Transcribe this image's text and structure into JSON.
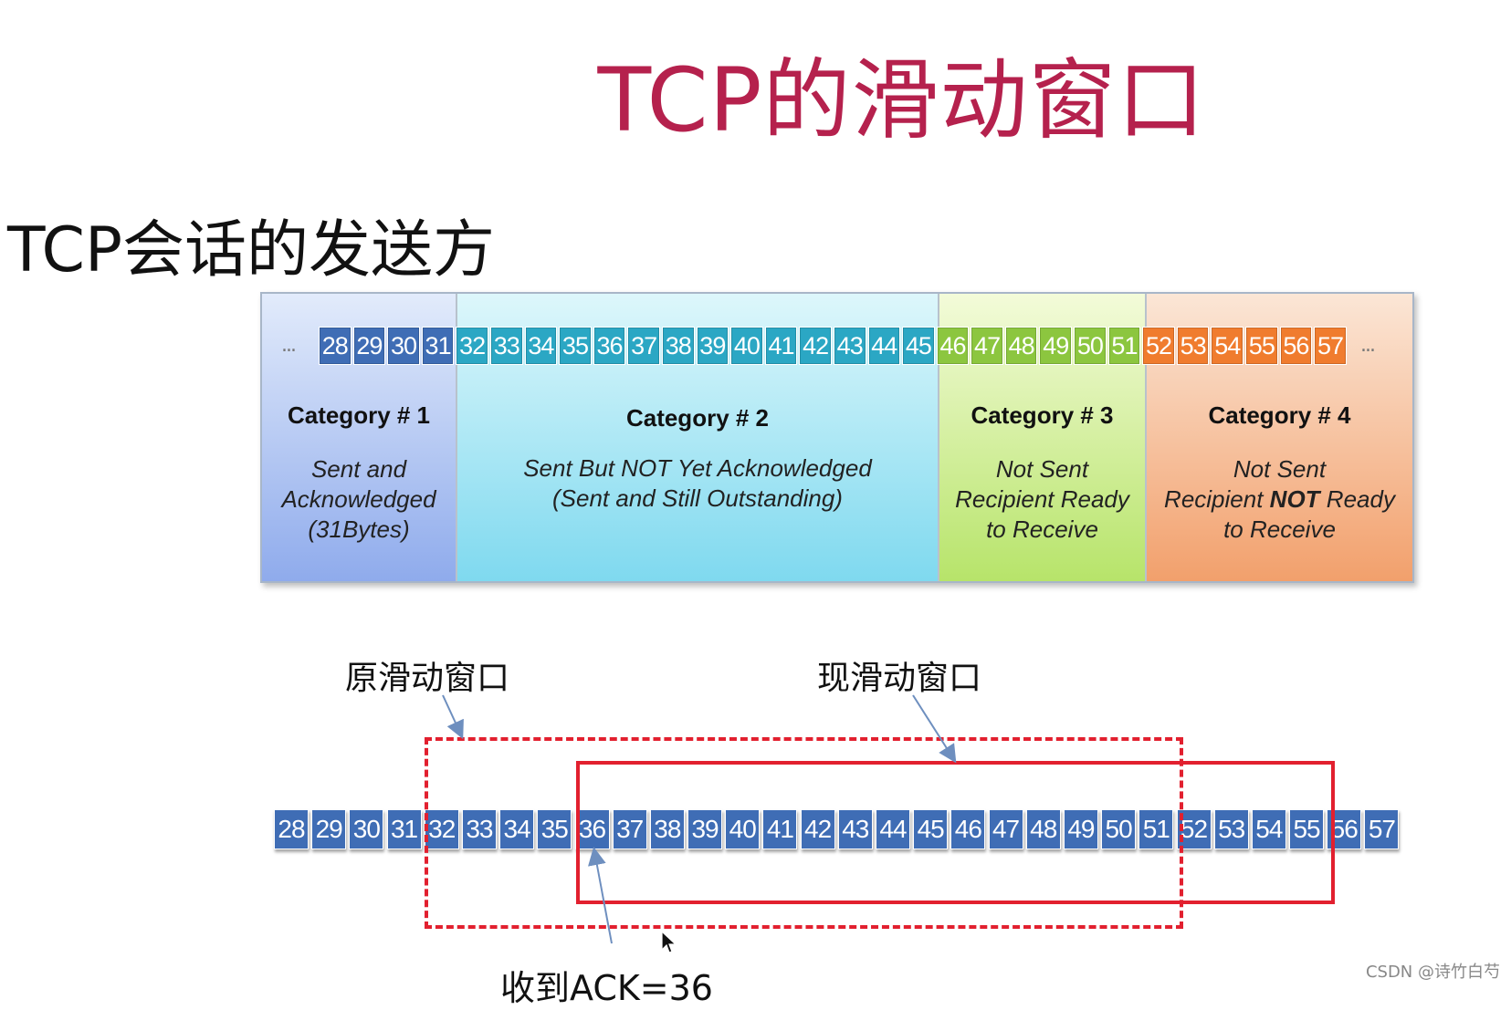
{
  "title": "TCP的滑动窗口",
  "subtitle": "TCP会话的发送方",
  "colors": {
    "title": "#b5214d",
    "cat1_cell": "#3f6db5",
    "cat2_cell": "#2ba7c4",
    "cat3_cell": "#8cc63f",
    "cat4_cell": "#f07c2e",
    "bottom_cell": "#3f6db5",
    "window_red": "#e2202f",
    "arrow": "#6e8fbf"
  },
  "top_sequence": {
    "ellipsis_left": "...",
    "ellipsis_right": "...",
    "numbers": [
      28,
      29,
      30,
      31,
      32,
      33,
      34,
      35,
      36,
      37,
      38,
      39,
      40,
      41,
      42,
      43,
      44,
      45,
      46,
      47,
      48,
      49,
      50,
      51,
      52,
      53,
      54,
      55,
      56,
      57
    ],
    "category_of_cell": [
      1,
      1,
      1,
      1,
      2,
      2,
      2,
      2,
      2,
      2,
      2,
      2,
      2,
      2,
      2,
      2,
      2,
      2,
      3,
      3,
      3,
      3,
      3,
      3,
      4,
      4,
      4,
      4,
      4,
      4
    ]
  },
  "categories": [
    {
      "heading": "Category # 1",
      "lines": [
        "Sent and",
        "Acknowledged",
        "(31Bytes)"
      ]
    },
    {
      "heading": "Category # 2",
      "lines": [
        "Sent But NOT Yet Acknowledged",
        "(Sent and Still Outstanding)"
      ]
    },
    {
      "heading": "Category # 3",
      "lines": [
        "Not Sent",
        "Recipient Ready",
        "to Receive"
      ]
    },
    {
      "heading": "Category # 4",
      "lines": [
        "Not Sent",
        "Recipient NOT Ready",
        "to Receive"
      ]
    }
  ],
  "bottom_sequence": {
    "numbers": [
      28,
      29,
      30,
      31,
      32,
      33,
      34,
      35,
      36,
      37,
      38,
      39,
      40,
      41,
      42,
      43,
      44,
      45,
      46,
      47,
      48,
      49,
      50,
      51,
      52,
      53,
      54,
      55,
      56,
      57
    ]
  },
  "labels": {
    "old_window": "原滑动窗口",
    "new_window": "现滑动窗口",
    "ack": "收到ACK=36"
  },
  "watermark": "CSDN @诗竹白芍",
  "icons": {
    "cursor": "mouse-pointer-icon"
  }
}
